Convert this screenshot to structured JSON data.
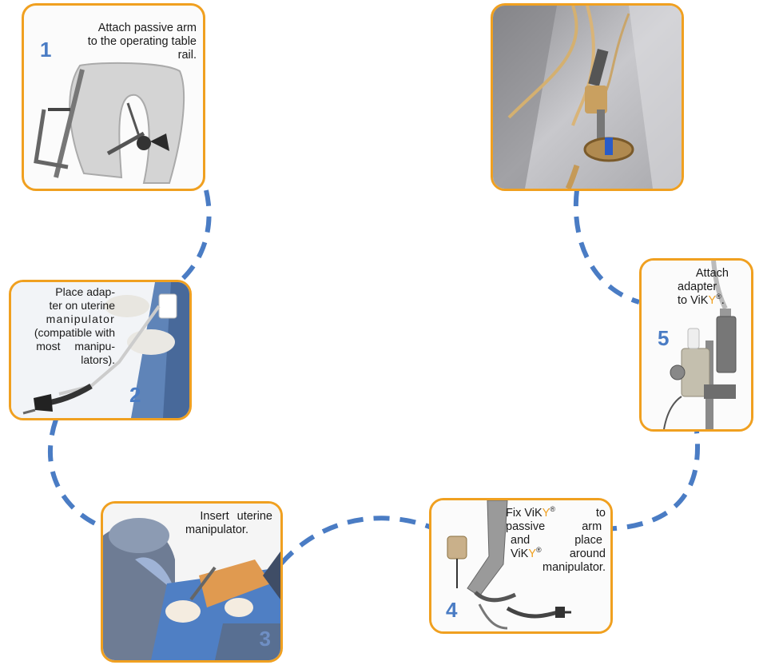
{
  "colors": {
    "card_border": "#f0a020",
    "connector": "#4a7cc4",
    "step_number": "#4a7cc4",
    "viky_accent": "#f0a020"
  },
  "steps": [
    {
      "number": "1",
      "lines": [
        "Attach passive arm",
        "to the operating table",
        "rail."
      ]
    },
    {
      "number": "2",
      "lines": [
        "Place adap-",
        "ter on uterine",
        "manipulator",
        "(compatible with",
        "most manipu-",
        "lators)."
      ]
    },
    {
      "number": "3",
      "lines": [
        "Insert uterine",
        "manipulator."
      ]
    },
    {
      "number": "4",
      "line1_a": "Fix ViK",
      "line1_y": "Y",
      "line1_reg": "®",
      "line1_b": " to",
      "line2": "passive arm",
      "line3": "and place",
      "line4_a": "ViK",
      "line4_y": "Y",
      "line4_reg": "®",
      "line4_b": " around",
      "line5": "manipulator."
    },
    {
      "number": "5",
      "line1": "Attach",
      "line2": "adapter",
      "line3_a": "to ViK",
      "line3_y": "Y",
      "line3_reg": "®",
      "line3_b": "."
    }
  ]
}
